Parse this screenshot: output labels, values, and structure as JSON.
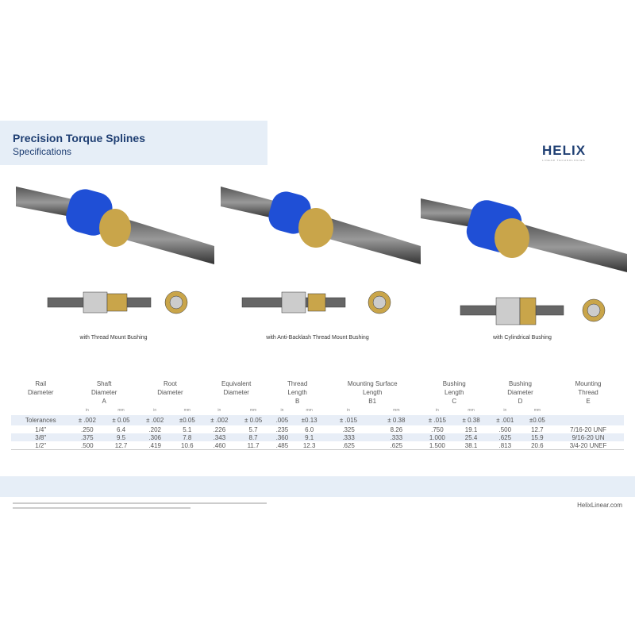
{
  "header": {
    "title": "Precision Torque Splines",
    "subtitle": "Specifications"
  },
  "logo": {
    "text": "HELIX",
    "tagline": "LINEAR TECHNOLOGIES"
  },
  "products": [
    {
      "caption": "with Thread Mount Bushing"
    },
    {
      "caption": "with Anti-Backlash Thread Mount Bushing"
    },
    {
      "caption": "with Cylindrical Bushing"
    }
  ],
  "colors": {
    "bushing_blue": "#1f4fd6",
    "brass": "#c9a54a",
    "brand": "#1f3f73",
    "band": "#e6eef7"
  },
  "table": {
    "headers": [
      {
        "lines": [
          "Rail",
          "Diameter"
        ]
      },
      {
        "lines": [
          "Shaft",
          "Diameter",
          "A"
        ]
      },
      {
        "lines": [
          "Root",
          "Diameter"
        ]
      },
      {
        "lines": [
          "Equivalent",
          "Diameter"
        ]
      },
      {
        "lines": [
          "Thread",
          "Length",
          "B"
        ]
      },
      {
        "lines": [
          "Mounting Surface",
          "Length",
          "B1"
        ]
      },
      {
        "lines": [
          "Bushing",
          "Length",
          "C"
        ]
      },
      {
        "lines": [
          "Bushing",
          "Diameter",
          "D"
        ]
      },
      {
        "lines": [
          "Mounting",
          "Thread",
          "E"
        ]
      }
    ],
    "units": [
      "",
      "in",
      "mm",
      "in",
      "mm",
      "in",
      "mm",
      "in",
      "mm",
      "in",
      "mm",
      "in",
      "mm",
      "in",
      "mm",
      ""
    ],
    "rows": [
      [
        "Tolerances",
        "± .002",
        "± 0.05",
        "± .002",
        "±0.05",
        "± .002",
        "± 0.05",
        ".005",
        "±0.13",
        "± .015",
        "± 0.38",
        "± .015",
        "± 0.38",
        "± .001",
        "±0.05",
        ""
      ],
      [
        "1/4\"",
        ".250",
        "6.4",
        ".202",
        "5.1",
        ".226",
        "5.7",
        ".235",
        "6.0",
        ".325",
        "8.26",
        ".750",
        "19.1",
        ".500",
        "12.7",
        "7/16-20 UNF"
      ],
      [
        "3/8\"",
        ".375",
        "9.5",
        ".306",
        "7.8",
        ".343",
        "8.7",
        ".360",
        "9.1",
        ".333",
        ".333",
        "1.000",
        "25.4",
        ".625",
        "15.9",
        "9/16-20 UN"
      ],
      [
        "1/2\"",
        ".500",
        "12.7",
        ".419",
        "10.6",
        ".460",
        "11.7",
        ".485",
        "12.3",
        ".625",
        ".625",
        "1.500",
        "38.1",
        ".813",
        "20.6",
        "3/4-20 UNEF"
      ]
    ]
  },
  "footer": {
    "website": "HelixLinear.com"
  }
}
